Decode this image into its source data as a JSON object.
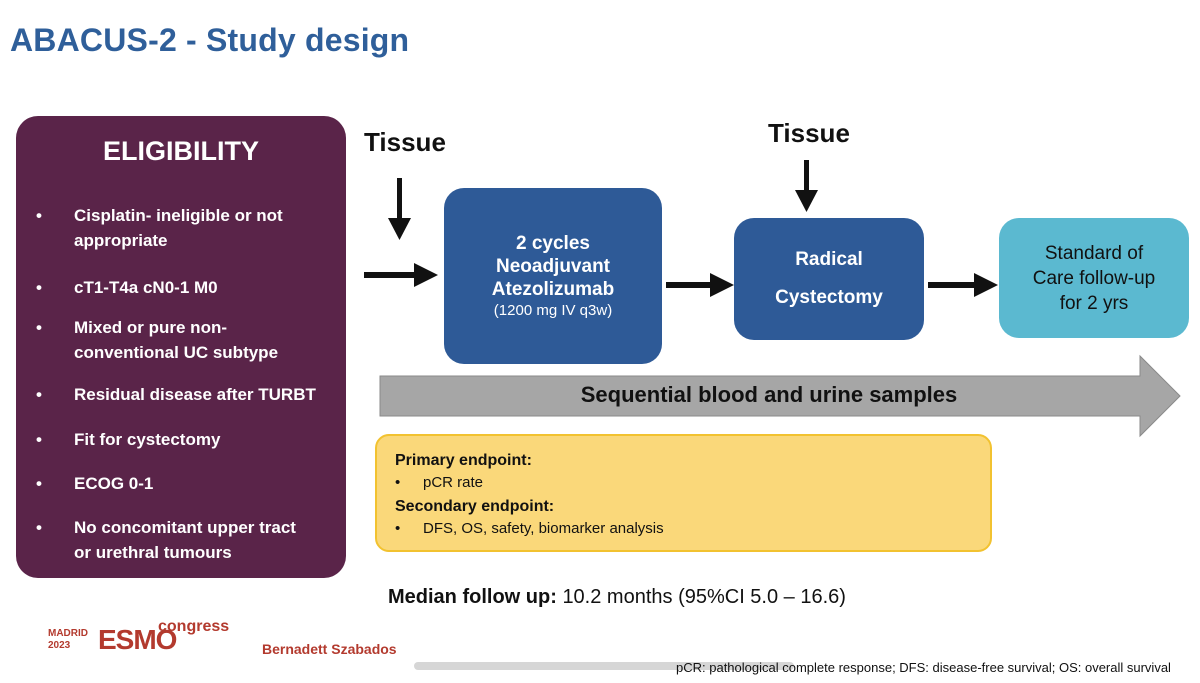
{
  "title": "ABACUS-2 - Study design",
  "eligibility": {
    "heading": "ELIGIBILITY",
    "bullet": "•",
    "items": [
      {
        "line1": "Cisplatin- ineligible or not",
        "line2": "appropriate"
      },
      {
        "line1": "cT1-T4a cN0-1 M0",
        "line2": ""
      },
      {
        "line1": "Mixed or pure non-",
        "line2": "conventional UC subtype"
      },
      {
        "line1": "Residual disease after TURBT",
        "line2": ""
      },
      {
        "line1": "Fit for cystectomy",
        "line2": ""
      },
      {
        "line1": "ECOG 0-1",
        "line2": ""
      },
      {
        "line1": "No concomitant upper tract",
        "line2": "or urethral tumours"
      }
    ]
  },
  "flow": {
    "tissue_label_1": "Tissue",
    "tissue_label_2": "Tissue",
    "neoadjuvant": {
      "line1": "2 cycles",
      "line2": "Neoadjuvant",
      "line3": "Atezolizumab",
      "dose": "(1200 mg IV q3w)"
    },
    "cystectomy": {
      "line1": "Radical",
      "line2": "Cystectomy"
    },
    "follow_up": {
      "line1": "Standard of",
      "line2": "Care follow-up",
      "line3": "for 2 yrs"
    },
    "samples_label": "Sequential blood and urine samples"
  },
  "endpoints": {
    "primary_heading": "Primary endpoint:",
    "primary_item": "pCR rate",
    "secondary_heading": "Secondary  endpoint:",
    "secondary_item": "DFS, OS, safety, biomarker analysis",
    "bullet": "•"
  },
  "median": {
    "label": "Median follow up:",
    "value": "10.2 months (95%CI 5.0 – 16.6)"
  },
  "footer": {
    "congress_city": "MADRID",
    "congress_year": "2023",
    "congress_logo": "ESMO",
    "congress_word": "congress",
    "presenter": "Bernadett Szabados",
    "footnote": "pCR: pathological complete response; DFS: disease-free survival; OS: overall survival"
  },
  "colors": {
    "title": "#2f5f9a",
    "eligibility_bg": "#5a2449",
    "treatment_box": "#2e5a97",
    "follow_up_box": "#5bb9d0",
    "samples_arrow": "#a6a6a6",
    "endpoints_bg": "#fad87a",
    "endpoints_border": "#f2c230",
    "esmo_red": "#b33a2e"
  }
}
